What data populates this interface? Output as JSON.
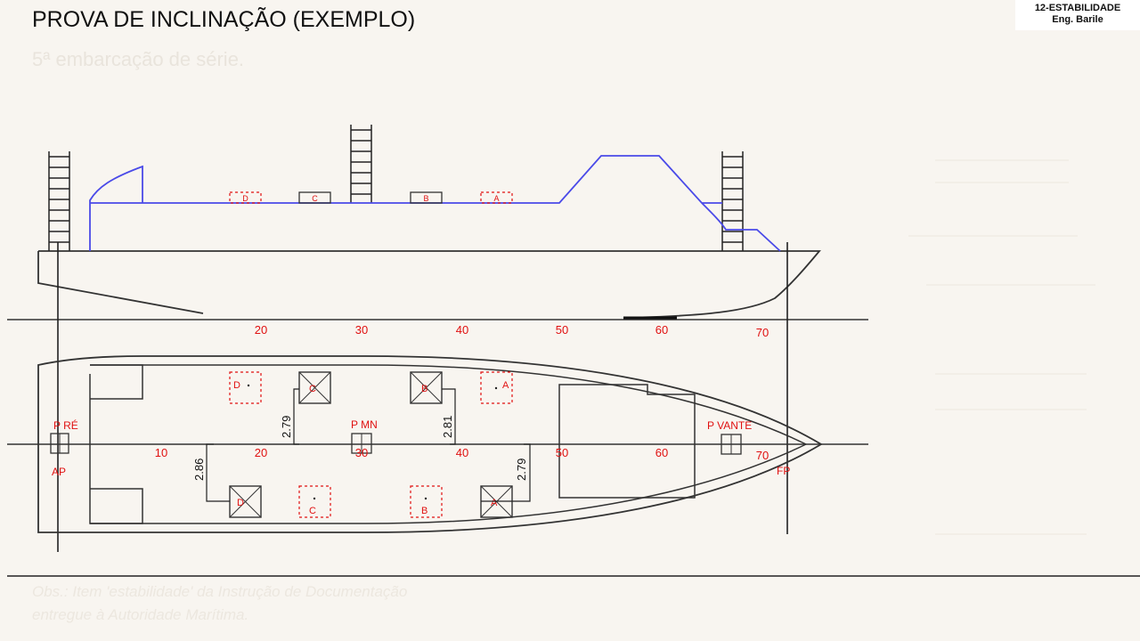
{
  "header": {
    "title": "PROVA DE INCLINAÇÃO (EXEMPLO)",
    "subtitle": "5ª embarcação de série.",
    "badge_line1": "12-ESTABILIDADE",
    "badge_line2": "Eng. Barile"
  },
  "diagram": {
    "profile_frames": [
      "20",
      "30",
      "40",
      "50",
      "60",
      "70"
    ],
    "plan_frames": [
      "10",
      "20",
      "30",
      "40",
      "50",
      "60",
      "70"
    ],
    "profile_weight_marks": [
      "D",
      "C",
      "B",
      "A"
    ],
    "draft_marks": {
      "aft": "P RÉ",
      "mid": "P MN",
      "fwd": "P VANTE"
    },
    "perpendiculars": {
      "aft": "AP",
      "fwd": "FP"
    },
    "weights_port": [
      "D",
      "C",
      "B",
      "A"
    ],
    "weights_starboard": [
      "D",
      "C",
      "B",
      "A"
    ],
    "dimensions": [
      "2.79",
      "2.81",
      "2.86",
      "2.79"
    ],
    "colors": {
      "hull": "#333333",
      "superstructure": "#4a4ae8",
      "labels": "#e01010"
    }
  },
  "footer": {
    "line1": "Obs.: Item 'estabilidade' da Instrução de Documentação",
    "line2": "entregue à Autoridade Marítima."
  }
}
